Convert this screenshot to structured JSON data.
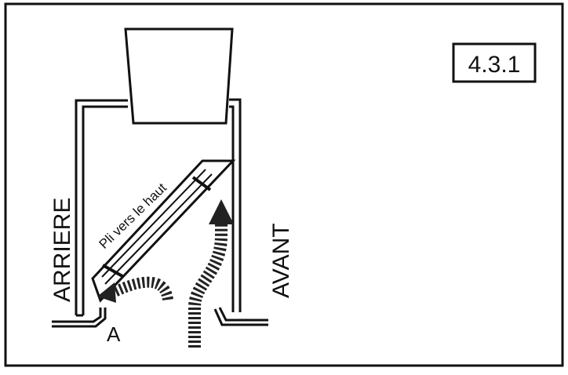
{
  "figure": {
    "step_number": "4.3.1",
    "labels": {
      "rear": "ARRIERE",
      "front": "AVANT",
      "point_a": "A",
      "fold": "Pli vers le haut"
    }
  }
}
